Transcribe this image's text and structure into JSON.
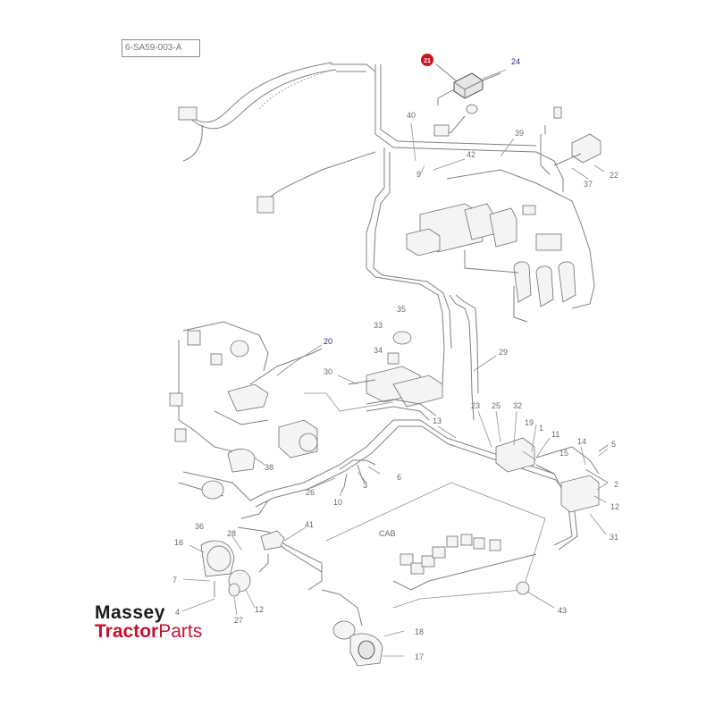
{
  "diagram": {
    "reference_code": "6-SA59-003-A",
    "cab_label": "CAB",
    "highlighted_callout": "21",
    "highlight_color": "#d0101c",
    "callouts": [
      {
        "id": "c-24",
        "label": "24",
        "style": "blue"
      },
      {
        "id": "c-40",
        "label": "40"
      },
      {
        "id": "c-39",
        "label": "39"
      },
      {
        "id": "c-42",
        "label": "42"
      },
      {
        "id": "c-9",
        "label": "9"
      },
      {
        "id": "c-37",
        "label": "37"
      },
      {
        "id": "c-22",
        "label": "22"
      },
      {
        "id": "c-35",
        "label": "35"
      },
      {
        "id": "c-33",
        "label": "33"
      },
      {
        "id": "c-34",
        "label": "34"
      },
      {
        "id": "c-20",
        "label": "20",
        "style": "blue"
      },
      {
        "id": "c-29",
        "label": "29"
      },
      {
        "id": "c-30",
        "label": "30"
      },
      {
        "id": "c-23",
        "label": "23"
      },
      {
        "id": "c-25",
        "label": "25"
      },
      {
        "id": "c-32",
        "label": "32"
      },
      {
        "id": "c-13",
        "label": "13"
      },
      {
        "id": "c-19",
        "label": "19"
      },
      {
        "id": "c-1",
        "label": "1"
      },
      {
        "id": "c-11",
        "label": "11"
      },
      {
        "id": "c-14",
        "label": "14"
      },
      {
        "id": "c-5",
        "label": "5"
      },
      {
        "id": "c-15",
        "label": "15"
      },
      {
        "id": "c-2",
        "label": "2"
      },
      {
        "id": "c-12a",
        "label": "12"
      },
      {
        "id": "c-31",
        "label": "31"
      },
      {
        "id": "c-6",
        "label": "6"
      },
      {
        "id": "c-3",
        "label": "3"
      },
      {
        "id": "c-10",
        "label": "10"
      },
      {
        "id": "c-26",
        "label": "26"
      },
      {
        "id": "c-38",
        "label": "38"
      },
      {
        "id": "c-41",
        "label": "41"
      },
      {
        "id": "c-36",
        "label": "36"
      },
      {
        "id": "c-16",
        "label": "16"
      },
      {
        "id": "c-28",
        "label": "28"
      },
      {
        "id": "c-7",
        "label": "7"
      },
      {
        "id": "c-4",
        "label": "4"
      },
      {
        "id": "c-27",
        "label": "27"
      },
      {
        "id": "c-12b",
        "label": "12"
      },
      {
        "id": "c-43",
        "label": "43"
      },
      {
        "id": "c-18",
        "label": "18"
      },
      {
        "id": "c-17",
        "label": "17"
      }
    ]
  },
  "logo": {
    "line1": "Massey",
    "line2a": "Tractor",
    "line2b": "Parts"
  }
}
